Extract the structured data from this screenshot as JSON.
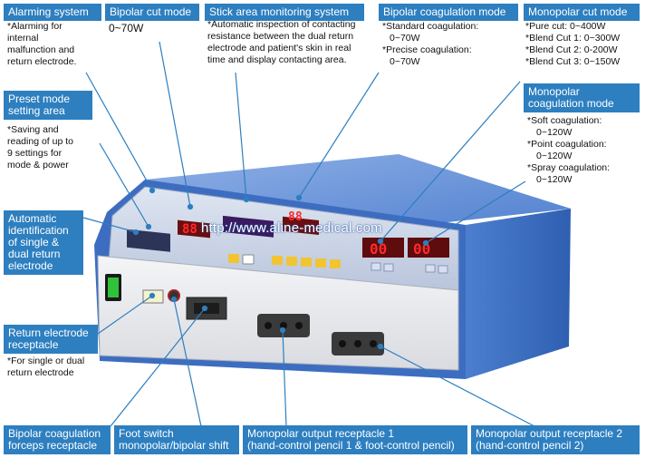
{
  "colors": {
    "label_bg": "#2d7fc0",
    "device_body": "#3f6fc4",
    "panel": "#c9d3e6",
    "display_red": "#ff2a2a",
    "button_yellow": "#f3c431",
    "power_switch": "#2fc23a"
  },
  "watermark": "http://www.aline-medical.com",
  "callouts": {
    "alarming": {
      "title": "Alarming system",
      "lines": [
        "Alarming for",
        "internal",
        "malfunction and",
        "return electrode."
      ]
    },
    "bipolar_cut": {
      "title": "Bipolar cut mode",
      "value": "0~70W"
    },
    "stick_area": {
      "title": "Stick area monitoring system",
      "lines": [
        "Automatic inspection of contacting",
        "resistance between the dual return",
        "electrode and patient's skin in real",
        "time and display contacting area."
      ]
    },
    "bipolar_coag": {
      "title": "Bipolar coagulation mode",
      "item1": "Standard coagulation:",
      "item1_value": "0~70W",
      "item2": "Precise coagulation:",
      "item2_value": "0~70W"
    },
    "monopolar_cut": {
      "title": "Monopolar cut mode",
      "items": [
        "Pure cut: 0~400W",
        "Blend Cut 1: 0~300W",
        "Blend Cut 2: 0-200W",
        "Blend Cut 3: 0~150W"
      ]
    },
    "preset": {
      "title_line1": "Preset mode",
      "title_line2": "setting area",
      "lines": [
        "Saving and",
        "reading of up to",
        "9 settings for",
        "mode & power"
      ]
    },
    "monopolar_coag": {
      "title_line1": "Monopolar",
      "title_line2": "coagulation mode",
      "item1": "Soft coagulation:",
      "item1_value": "0~120W",
      "item2": "Point coagulation:",
      "item2_value": "0~120W",
      "item3": "Spray coagulation:",
      "item3_value": "0~120W"
    },
    "auto_ident": {
      "lines": [
        "Automatic",
        "identification",
        "of single &",
        "dual return",
        "electrode"
      ]
    },
    "return_rec": {
      "title_line1": "Return electrode",
      "title_line2": "receptacle",
      "lines": [
        "For single or dual",
        "return electrode"
      ]
    },
    "bipolar_forceps": {
      "line1": "Bipolar coagulation",
      "line2": "forceps receptacle"
    },
    "foot_switch": {
      "line1": "Foot switch",
      "line2": "monopolar/bipolar shift"
    },
    "mono_out1": {
      "line1": "Monopolar output receptacle 1",
      "line2": "(hand-control pencil 1 & foot-control pencil)"
    },
    "mono_out2": {
      "line1": "Monopolar output receptacle 2",
      "line2": "(hand-control pencil 2)"
    }
  }
}
